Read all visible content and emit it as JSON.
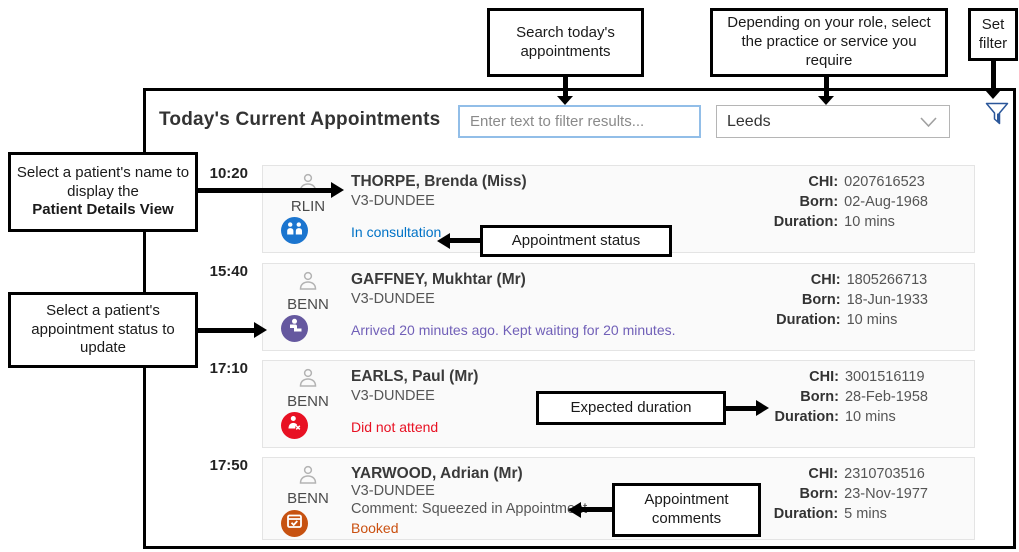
{
  "panel": {
    "title": "Today's Current Appointments",
    "search_placeholder": "Enter text to filter results...",
    "practice_selected": "Leeds"
  },
  "labels": {
    "chi": "CHI:",
    "born": "Born:",
    "duration": "Duration:"
  },
  "appointments": [
    {
      "time": "10:20",
      "clinician": "RLIN",
      "name": "THORPE, Brenda (Miss)",
      "practice": "V3-DUNDEE",
      "status": "In consultation",
      "status_color": "#0072c6",
      "icon_bg": "#1b75cf",
      "icon": "consultation-icon",
      "chi": "0207616523",
      "born": "02-Aug-1968",
      "duration": "10 mins",
      "comment": ""
    },
    {
      "time": "15:40",
      "clinician": "BENN",
      "name": "GAFFNEY, Mukhtar (Mr)",
      "practice": "V3-DUNDEE",
      "status": "Arrived 20 minutes ago. Kept waiting for 20 minutes.",
      "status_color": "#7160b8",
      "icon_bg": "#65589f",
      "icon": "arrived-icon",
      "chi": "1805266713",
      "born": "18-Jun-1933",
      "duration": "10 mins",
      "comment": ""
    },
    {
      "time": "17:10",
      "clinician": "BENN",
      "name": "EARLS, Paul (Mr)",
      "practice": "V3-DUNDEE",
      "status": "Did not attend",
      "status_color": "#e81123",
      "icon_bg": "#e81123",
      "icon": "did-not-attend-icon",
      "chi": "3001516119",
      "born": "28-Feb-1958",
      "duration": "10 mins",
      "comment": ""
    },
    {
      "time": "17:50",
      "clinician": "BENN",
      "name": "YARWOOD, Adrian (Mr)",
      "practice": "V3-DUNDEE",
      "status": "Booked",
      "status_color": "#ca5010",
      "icon_bg": "#c75211",
      "icon": "booked-icon",
      "chi": "2310703516",
      "born": "23-Nov-1977",
      "duration": "5 mins",
      "comment": "Comment: Squeezed in Appointment"
    }
  ],
  "callouts": {
    "search": "Search today's appointments",
    "role": "Depending on your role, select the practice or service you require",
    "filter": "Set filter",
    "patient_name_line1": "Select a patient's name to display the",
    "patient_name_line2_bold": "Patient Details View",
    "status_update": "Select a patient's appointment status to update",
    "status": "Appointment status",
    "duration": "Expected duration",
    "comments": "Appointment comments"
  },
  "colors": {
    "status_blue": "#0072c6",
    "status_purple": "#7160b8",
    "status_red": "#e81123",
    "status_orange": "#ca5010",
    "filter_icon_blue": "#2b579a",
    "search_border_blue": "#92bee8"
  }
}
